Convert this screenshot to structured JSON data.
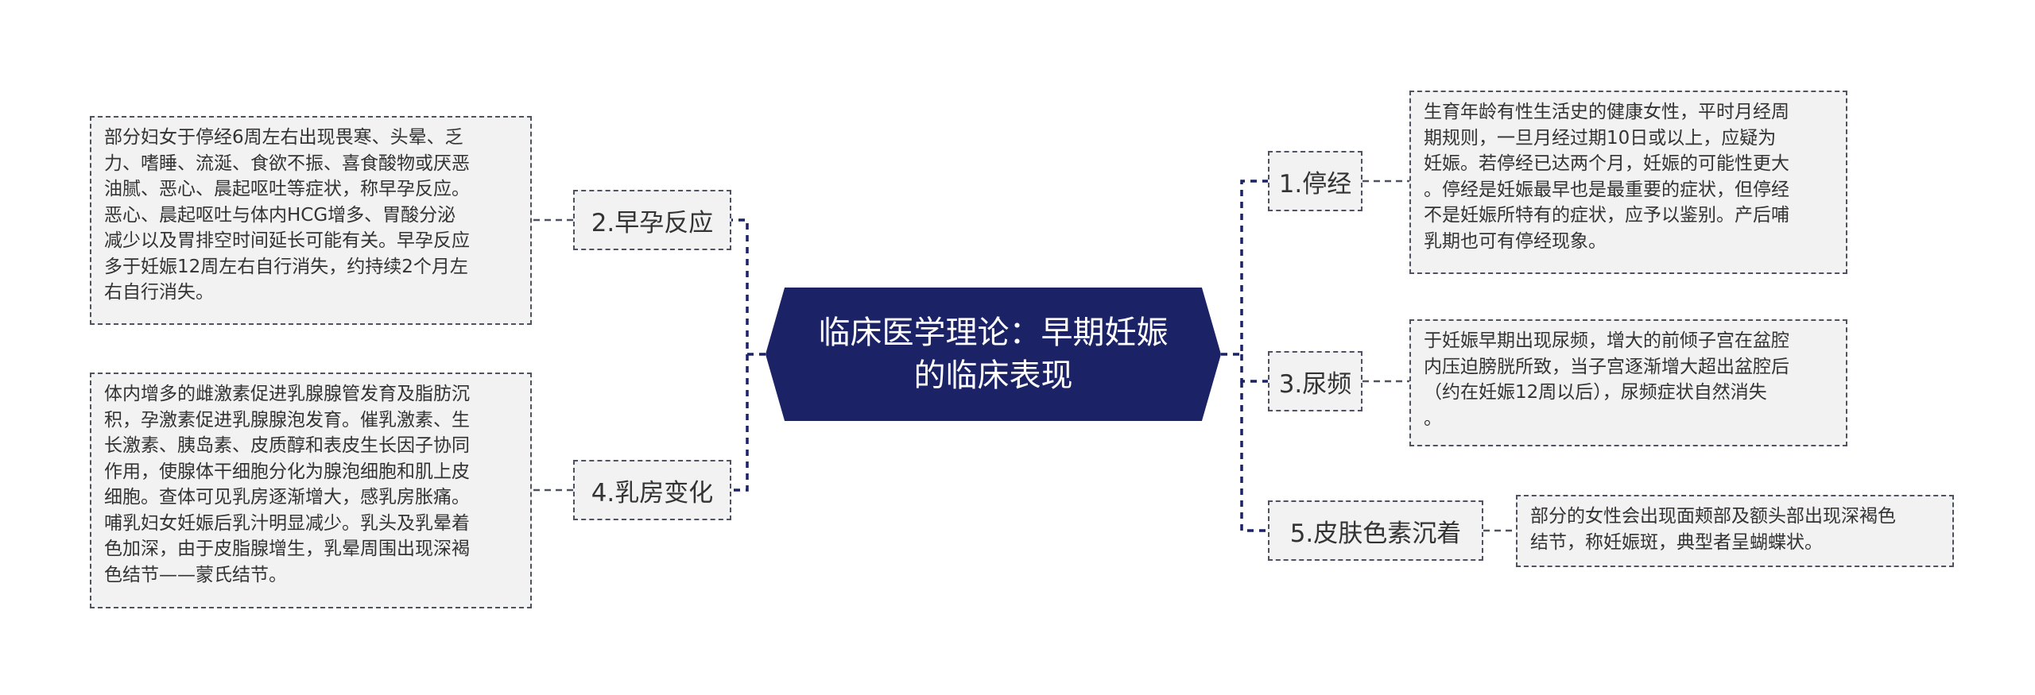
{
  "central": {
    "title_line1": "临床医学理论：早期妊娠",
    "title_line2": "的临床表现"
  },
  "branches": {
    "b1": "1.停经",
    "b2": "2.早孕反应",
    "b3": "3.尿频",
    "b4": "4.乳房变化",
    "b5": "5.皮肤色素沉着"
  },
  "notes": {
    "n1": [
      "生育年龄有性生活史的健康女性，平时月经周",
      "期规则，一旦月经过期10日或以上，应疑为",
      "妊娠。若停经已达两个月，妊娠的可能性更大",
      "。停经是妊娠最早也是最重要的症状，但停经",
      "不是妊娠所特有的症状，应予以鉴别。产后哺",
      "乳期也可有停经现象。"
    ],
    "n2": [
      "部分妇女于停经6周左右出现畏寒、头晕、乏",
      "力、嗜睡、流涎、食欲不振、喜食酸物或厌恶",
      "油腻、恶心、晨起呕吐等症状，称早孕反应。",
      "恶心、晨起呕吐与体内HCG增多、胃酸分泌",
      "减少以及胃排空时间延长可能有关。早孕反应",
      "多于妊娠12周左右自行消失，约持续2个月左",
      "右自行消失。"
    ],
    "n3": [
      "于妊娠早期出现尿频，增大的前倾子宫在盆腔",
      "内压迫膀胱所致，当子宫逐渐增大超出盆腔后",
      "（约在妊娠12周以后），尿频症状自然消失",
      "。"
    ],
    "n4": [
      "体内增多的雌激素促进乳腺腺管发育及脂肪沉",
      "积，孕激素促进乳腺腺泡发育。催乳激素、生",
      "长激素、胰岛素、皮质醇和表皮生长因子协同",
      "作用，使腺体干细胞分化为腺泡细胞和肌上皮",
      "细胞。查体可见乳房逐渐增大，感乳房胀痛。",
      "哺乳妇女妊娠后乳汁明显减少。乳头及乳晕着",
      "色加深，由于皮脂腺增生，乳晕周围出现深褐",
      "色结节——蒙氏结节。"
    ],
    "n5": [
      "部分的女性会出现面颊部及额头部出现深褐色",
      "结节，称妊娠斑，典型者呈蝴蝶状。"
    ]
  },
  "colors": {
    "central_fill": "#1b2266",
    "central_text": "#ffffff",
    "box_fill": "#f2f2f2",
    "box_border": "#4f5260",
    "trunk_line": "#1b2266",
    "note_line": "#4f5260",
    "text": "#333333"
  }
}
